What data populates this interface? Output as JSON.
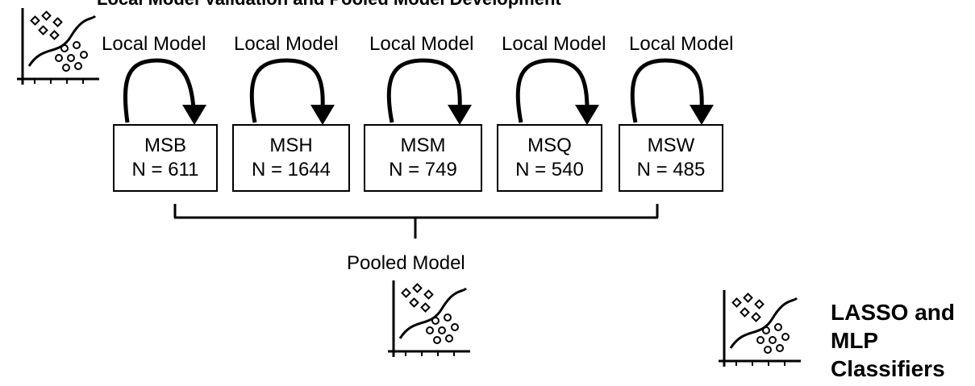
{
  "header": {
    "cut_text": "Local Model Validation and Pooled Model Development"
  },
  "local_model_label": "Local Model",
  "sites": [
    {
      "name": "MSB",
      "n_label": "N = 611"
    },
    {
      "name": "MSH",
      "n_label": "N = 1644"
    },
    {
      "name": "MSM",
      "n_label": "N = 749"
    },
    {
      "name": "MSQ",
      "n_label": "N = 540"
    },
    {
      "name": "MSW",
      "n_label": "N = 485"
    }
  ],
  "pooled_model_label": "Pooled Model",
  "legend": {
    "line1": "LASSO and",
    "line2": "MLP",
    "line3": "Classifiers"
  },
  "icons": [
    "scatter-classifier-icon"
  ]
}
